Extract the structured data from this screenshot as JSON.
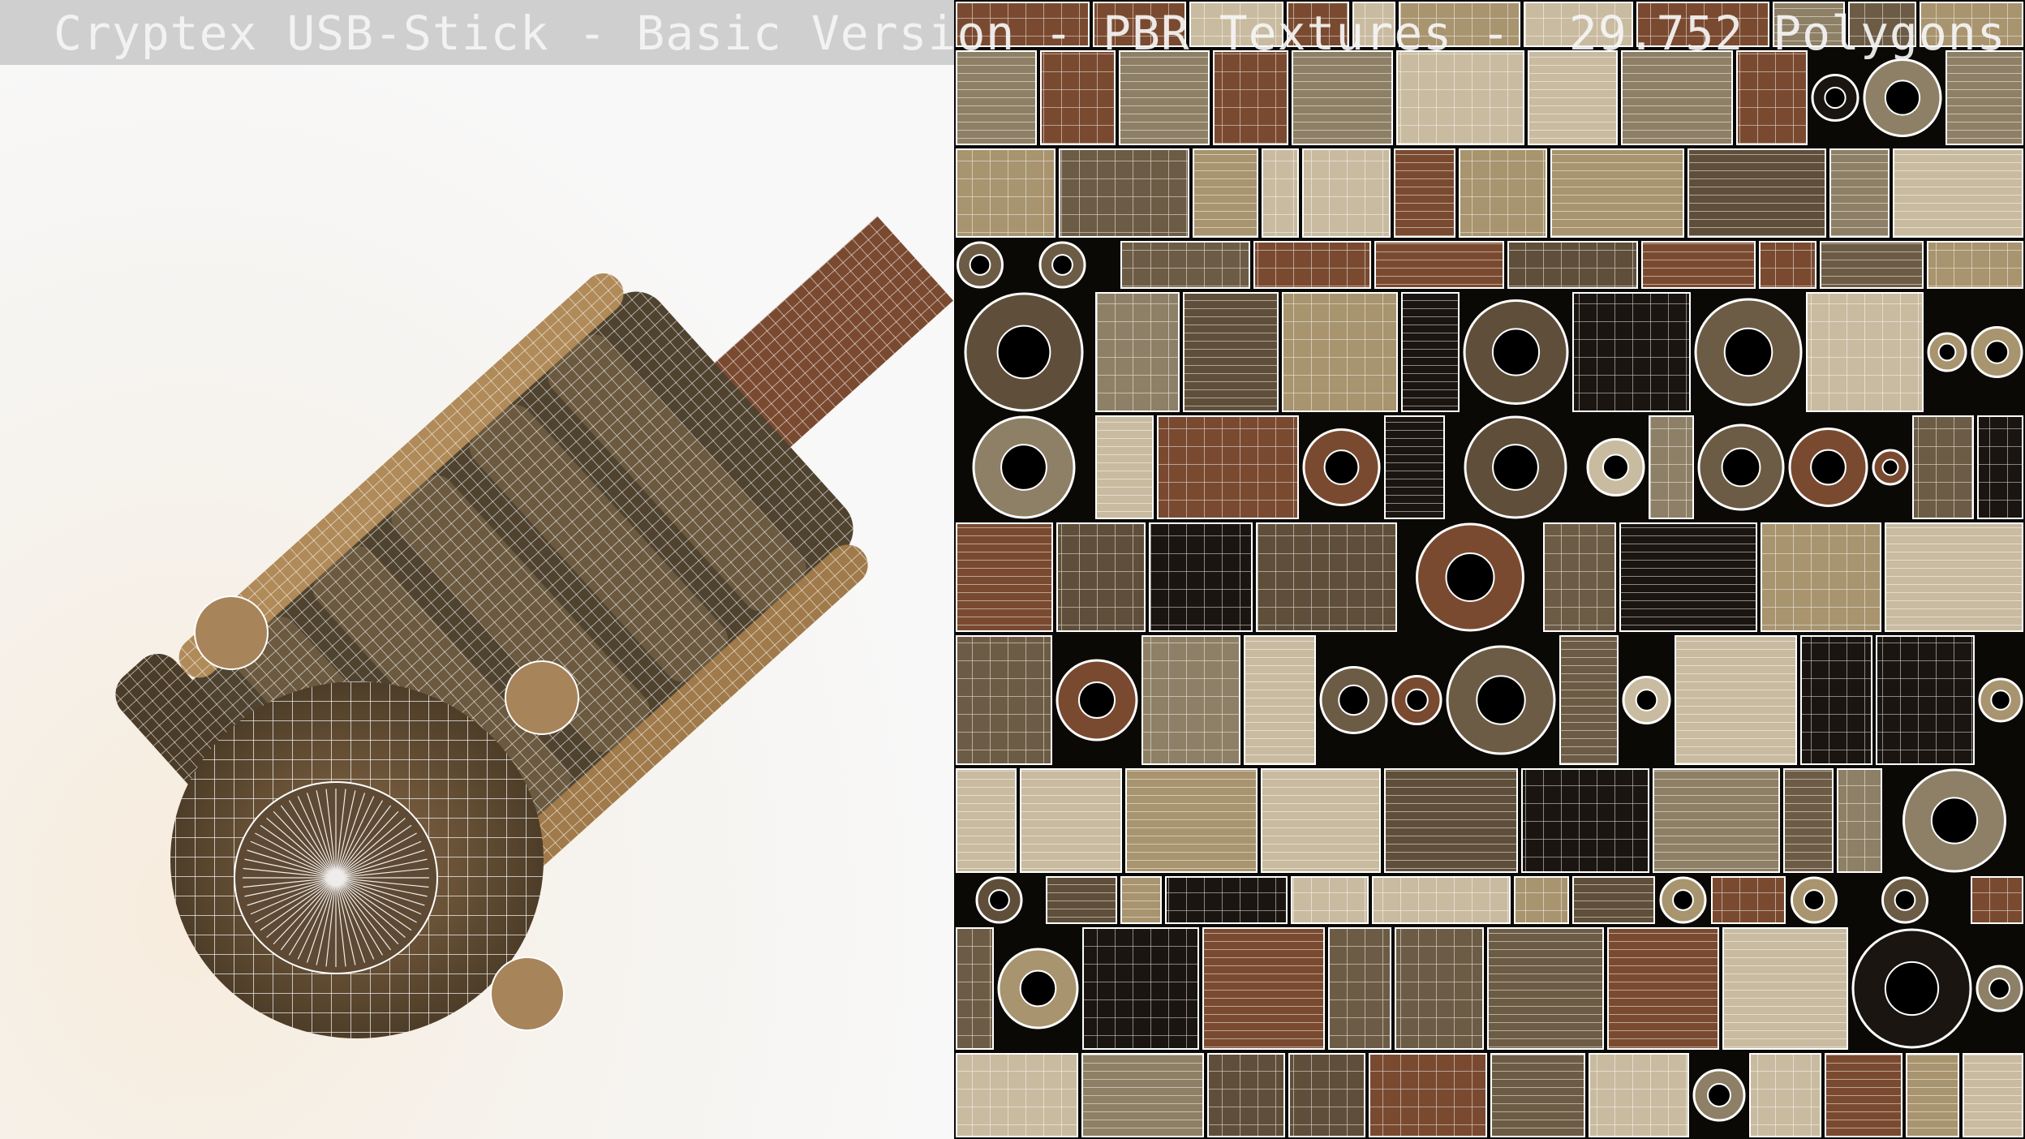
{
  "title": "Cryptex USB-Stick - Basic Version - PBR Textures -  29.752 Polygons",
  "colors": {
    "wire": "#ffffff",
    "bronze_dark": "#5a4a34",
    "copper": "#7a4a30",
    "tan": "#a8946e",
    "background_light": "#f6f3ef",
    "uv_background": "#0b0906"
  },
  "panels": {
    "left": "3d-wireframe-render",
    "right": "uv-texture-layout"
  }
}
